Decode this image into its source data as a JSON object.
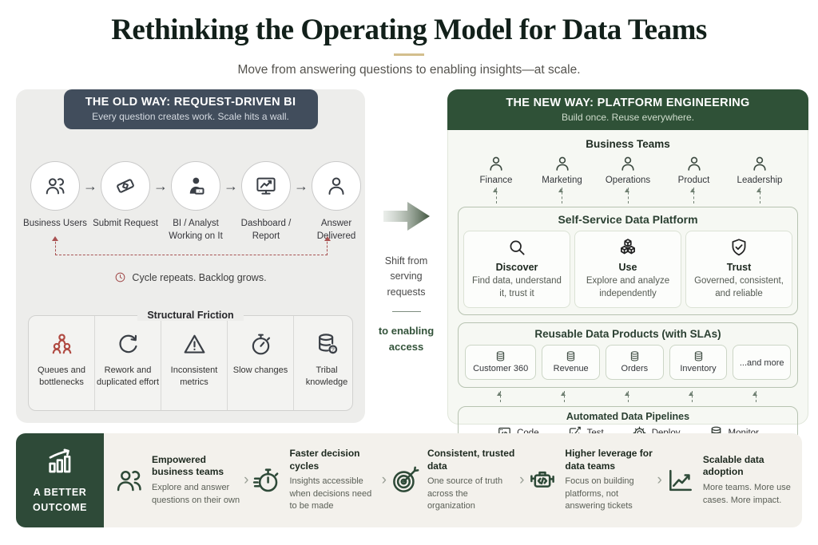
{
  "page": {
    "title": "Rethinking the Operating Model for Data Teams",
    "subtitle": "Move from answering questions to enabling insights—at scale."
  },
  "old_way": {
    "header_title": "THE OLD WAY: REQUEST-DRIVEN BI",
    "header_subtitle": "Every question creates work. Scale hits a wall.",
    "steps": [
      {
        "icon": "users-icon",
        "label": "Business Users"
      },
      {
        "icon": "ticket-icon",
        "label": "Submit Request"
      },
      {
        "icon": "analyst-icon",
        "label": "BI / Analyst Working on It"
      },
      {
        "icon": "dashboard-icon",
        "label": "Dashboard / Report"
      },
      {
        "icon": "person-icon",
        "label": "Answer Delivered"
      }
    ],
    "loop_note": "Cycle repeats. Backlog grows.",
    "friction": {
      "title": "Structural Friction",
      "items": [
        {
          "icon": "queues-icon",
          "label": "Queues and bottlenecks"
        },
        {
          "icon": "rework-icon",
          "label": "Rework and duplicated effort"
        },
        {
          "icon": "warning-icon",
          "label": "Inconsistent metrics"
        },
        {
          "icon": "stopwatch-icon",
          "label": "Slow changes"
        },
        {
          "icon": "tribal-knowledge-icon",
          "label": "Tribal knowledge"
        }
      ]
    }
  },
  "transition": {
    "shift_text": "Shift from serving requests",
    "enable_text": "to enabling access"
  },
  "new_way": {
    "header_title": "THE NEW WAY: PLATFORM ENGINEERING",
    "header_subtitle": "Build once. Reuse everywhere.",
    "business_teams_title": "Business Teams",
    "teams": [
      {
        "icon": "person-icon",
        "label": "Finance"
      },
      {
        "icon": "person-icon",
        "label": "Marketing"
      },
      {
        "icon": "person-icon",
        "label": "Operations"
      },
      {
        "icon": "person-icon",
        "label": "Product"
      },
      {
        "icon": "person-icon",
        "label": "Leadership"
      }
    ],
    "platform": {
      "title": "Self-Service Data Platform",
      "cards": [
        {
          "icon": "search-icon",
          "title": "Discover",
          "desc": "Find data, understand it, trust it"
        },
        {
          "icon": "cubes-icon",
          "title": "Use",
          "desc": "Explore and analyze independently"
        },
        {
          "icon": "shield-check-icon",
          "title": "Trust",
          "desc": "Governed, consistent, and reliable"
        }
      ]
    },
    "products": {
      "title": "Reusable Data Products (with SLAs)",
      "items": [
        {
          "icon": "database-icon",
          "label": "Customer 360"
        },
        {
          "icon": "database-icon",
          "label": "Revenue"
        },
        {
          "icon": "database-icon",
          "label": "Orders"
        },
        {
          "icon": "database-icon",
          "label": "Inventory"
        },
        {
          "icon": "",
          "label": "...and more"
        }
      ]
    },
    "pipelines": {
      "title": "Automated Data Pipelines",
      "stages": [
        {
          "icon": "code-icon",
          "label": "Code"
        },
        {
          "icon": "test-icon",
          "label": "Test"
        },
        {
          "icon": "gear-icon",
          "label": "Deploy"
        },
        {
          "icon": "database-icon",
          "label": "Monitor"
        }
      ]
    }
  },
  "outcome": {
    "banner": "A BETTER OUTCOME",
    "items": [
      {
        "icon": "people-icon",
        "title": "Empowered business teams",
        "desc": "Explore and answer questions on their own"
      },
      {
        "icon": "stopwatch-fast-icon",
        "title": "Faster decision cycles",
        "desc": "Insights accessible when decisions need to be made"
      },
      {
        "icon": "target-icon",
        "title": "Consistent, trusted data",
        "desc": "One source of truth across the organization"
      },
      {
        "icon": "engine-icon",
        "title": "Higher leverage for data teams",
        "desc": "Focus on building platforms, not answering tickets"
      },
      {
        "icon": "chart-growth-icon",
        "title": "Scalable data adoption",
        "desc": "More teams. More use cases. More impact."
      }
    ]
  },
  "colors": {
    "old_header_bg": "#414d5c",
    "new_header_bg": "#2f5137",
    "outcome_green": "#2e4a38",
    "accent_red": "#a85252",
    "gold_underline": "#d3bf8d"
  }
}
